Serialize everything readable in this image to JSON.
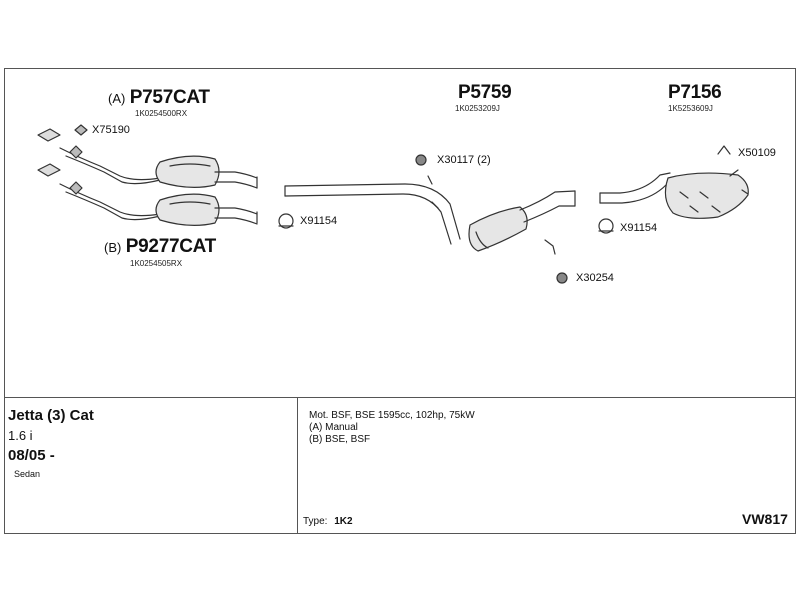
{
  "parts": {
    "cat_a": {
      "prefix": "(A)",
      "number": "P757CAT",
      "oem": "1K0254500RX"
    },
    "cat_b": {
      "prefix": "(B)",
      "number": "P9277CAT",
      "oem": "1K0254505RX"
    },
    "middle": {
      "number": "P5759",
      "oem": "1K0253209J"
    },
    "rear": {
      "number": "P7156",
      "oem": "1K5253609J"
    }
  },
  "accessories": {
    "gasket_front": "X75190",
    "clamp_front": "X91154",
    "hanger_mid": "X30117 (2)",
    "hanger_mid2": "X30254",
    "clamp_rear": "X91154",
    "hanger_rear": "X50109"
  },
  "vehicle": {
    "model": "Jetta (3) Cat",
    "engine": "1.6 i",
    "date": "08/05 -",
    "body": "Sedan"
  },
  "specs": {
    "line1": "Mot. BSF, BSE 1595cc, 102hp, 75kW",
    "line2": "(A) Manual",
    "line3": "(B) BSE, BSF",
    "type_label": "Type:",
    "type_value": "1K2"
  },
  "diagram_code": "VW817"
}
